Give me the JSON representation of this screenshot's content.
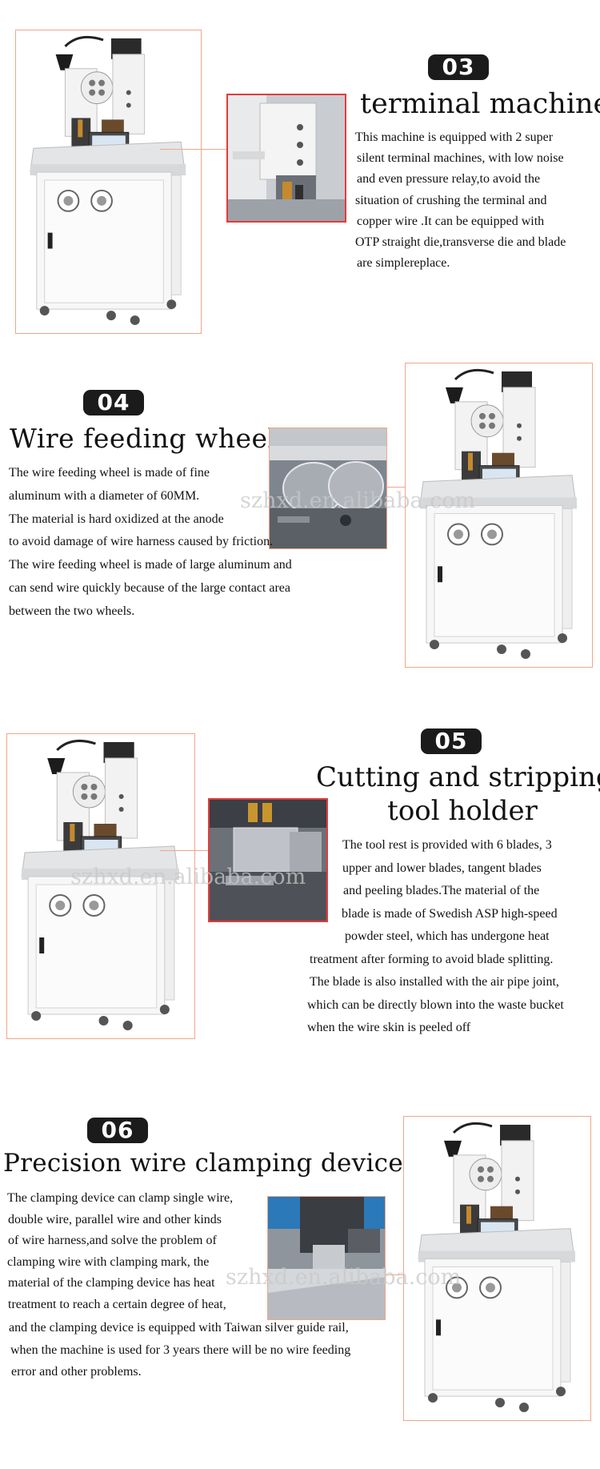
{
  "watermark_text": "szhxd.en.alibaba.com",
  "sections": [
    {
      "badge": "03",
      "title": "terminal machine",
      "lines": [
        "This machine is equipped with 2 super",
        "silent terminal machines, with low noise",
        "and even pressure relay,to avoid the",
        "situation of crushing the terminal and",
        "copper wire .It can be equipped with",
        "OTP straight die,transverse die and blade",
        "are simplereplace."
      ]
    },
    {
      "badge": "04",
      "title": "Wire feeding wheel",
      "lines": [
        "The wire feeding wheel is made of fine",
        "aluminum with a diameter of 60MM.",
        "The material is hard oxidized at the anode",
        "to avoid damage of wire harness caused by friction.",
        "The wire feeding wheel is made of large  aluminum and",
        "can send wire quickly because of the large contact area",
        "between the two wheels."
      ]
    },
    {
      "badge": "05",
      "title_lines": [
        "Cutting and stripping",
        "tool holder"
      ],
      "lines": [
        "The tool rest is provided with 6 blades, 3",
        "upper and lower blades, tangent blades",
        "and peeling blades.The material of the",
        "blade is made of Swedish ASP high-speed",
        "powder steel, which has undergone heat",
        "treatment after forming to avoid blade splitting.",
        "The blade is also installed with the air pipe joint,",
        "which can be directly blown into the waste bucket",
        "when the wire skin is peeled off"
      ]
    },
    {
      "badge": "06",
      "title": "Precision wire clamping device",
      "lines": [
        "The clamping device can clamp single wire,",
        "double wire,  parallel wire and other kinds",
        "of wire harness,and solve the problem of",
        "clamping wire with clamping mark, the",
        "material of the clamping device has heat",
        "treatment to reach a certain degree of heat,",
        "and the clamping device is equipped with Taiwan silver guide rail,",
        "when the machine is used for 3 years there will be no wire feeding",
        "error and other problems."
      ]
    }
  ],
  "colors": {
    "badge_bg": "#1b1b1b",
    "frame_border": "#f0a68a",
    "closeup_border": "#e23b3b"
  }
}
